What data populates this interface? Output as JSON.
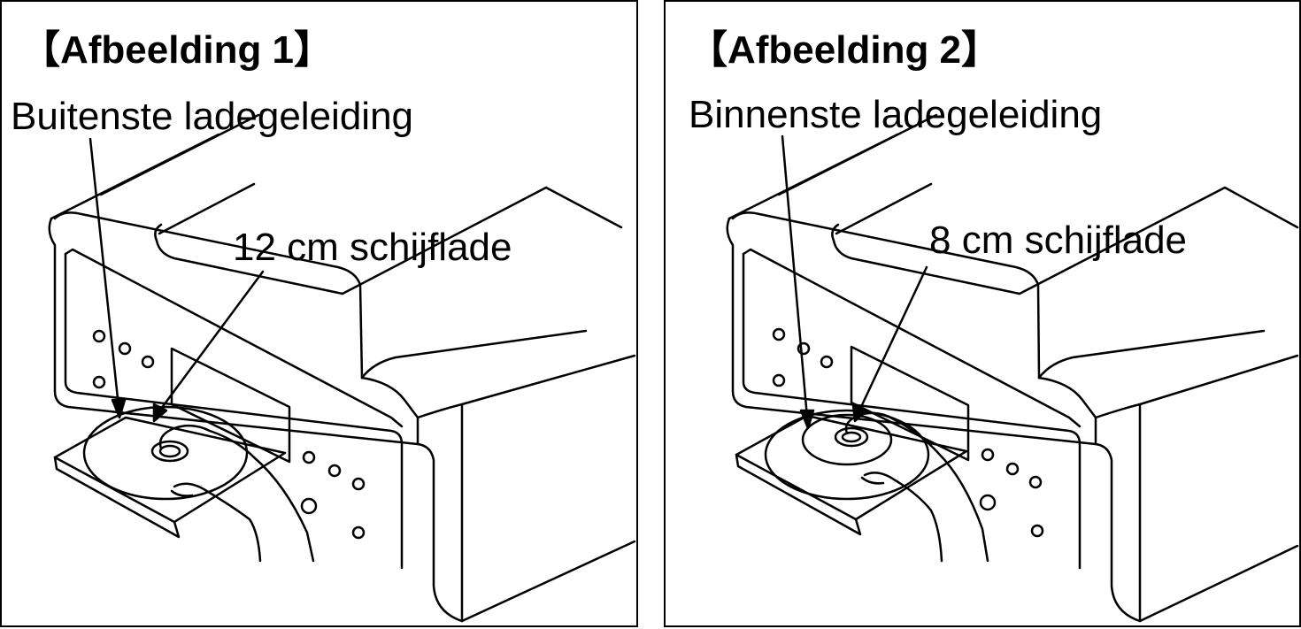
{
  "figures": [
    {
      "title": "【Afbeelding 1】",
      "guide_label": "Buitenste ladegeleiding",
      "tray_label": "12 cm schijflade"
    },
    {
      "title": "【Afbeelding 2】",
      "guide_label": "Binnenste ladegeleiding",
      "tray_label": "8 cm schijflade"
    }
  ]
}
